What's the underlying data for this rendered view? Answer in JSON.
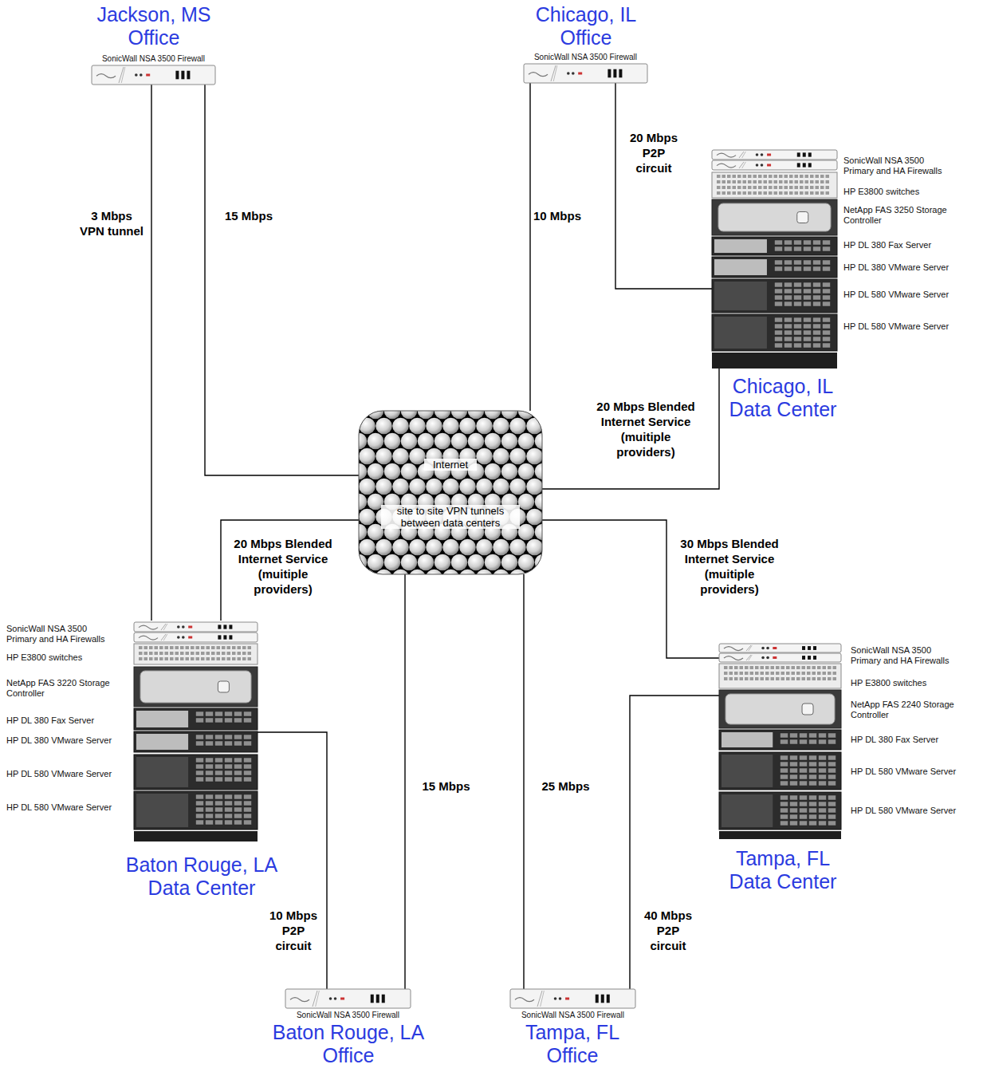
{
  "diagram": {
    "nodes": [
      {
        "text": [
          "Jackson, MS Office",
          "SonicWall NSA 3500 Firewall"
        ]
      },
      {
        "text": [
          "Chicago, IL Office",
          "SonicWall NSA 3500 Firewall"
        ]
      },
      {
        "text": [
          "SonicWall NSA 3500 Primary and HA Firewalls",
          "HP E3800 switches",
          "NetApp FAS 3250 Storage Controller",
          "HP DL 380 Fax Server",
          "HP DL 380 VMware Server",
          "HP DL 580 VMware Server",
          "HP DL 580 VMware Server",
          "Chicago, IL Data Center"
        ]
      },
      {
        "text": [
          "Internet",
          "site to site VPN tunnels between data centers"
        ]
      },
      {
        "text": [
          "SonicWall NSA 3500 Primary and HA Firewalls",
          "HP E3800 switches",
          "NetApp FAS 3220 Storage Controller",
          "HP DL 380 Fax Server",
          "HP DL 380 VMware Server",
          "HP DL 580 VMware Server",
          "HP DL 580 VMware Server",
          "Baton Rouge, LA Data Center"
        ]
      },
      {
        "text": [
          "SonicWall NSA 3500 Primary and HA Firewalls",
          "HP E3800 switches",
          "NetApp FAS 2240 Storage Controller",
          "HP DL 380 Fax Server",
          "HP DL 580 VMware Server",
          "HP DL 580 VMware Server",
          "Tampa, FL Data Center"
        ]
      },
      {
        "text": [
          "SonicWall NSA 3500 Firewall",
          "Baton Rouge, LA Office"
        ]
      },
      {
        "text": [
          "SonicWall NSA 3500 Firewall",
          "Tampa, FL Office"
        ]
      }
    ],
    "edges": [
      {
        "from": 0,
        "to": 4,
        "label": "3 Mbps VPN tunnel",
        "arrow": "none"
      },
      {
        "from": 0,
        "to": 3,
        "label": "15 Mbps",
        "arrow": "none"
      },
      {
        "from": 1,
        "to": 3,
        "label": "10 Mbps",
        "arrow": "none"
      },
      {
        "from": 1,
        "to": 2,
        "label": "20 Mbps P2P circuit",
        "arrow": "none"
      },
      {
        "from": 2,
        "to": 3,
        "label": "20 Mbps Blended Internet Service (muitiple providers)",
        "arrow": "none"
      },
      {
        "from": 4,
        "to": 3,
        "label": "20 Mbps Blended Internet Service (muitiple providers)",
        "arrow": "none"
      },
      {
        "from": 5,
        "to": 3,
        "label": "30 Mbps Blended Internet Service (muitiple providers)",
        "arrow": "none"
      },
      {
        "from": 4,
        "to": 6,
        "label": "10 Mbps P2P circuit",
        "arrow": "none"
      },
      {
        "from": 6,
        "to": 3,
        "label": "15 Mbps",
        "arrow": "none"
      },
      {
        "from": 7,
        "to": 3,
        "label": "25 Mbps",
        "arrow": "none"
      },
      {
        "from": 7,
        "to": 5,
        "label": "40 Mbps P2P circuit",
        "arrow": "none"
      }
    ]
  }
}
